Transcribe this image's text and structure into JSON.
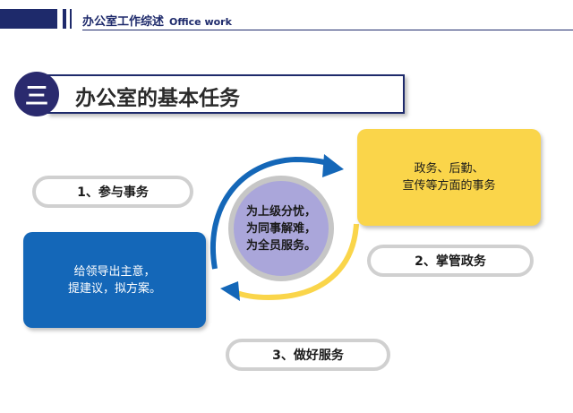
{
  "header": {
    "title_cn": "办公室工作综述",
    "title_en": "Office work"
  },
  "section": {
    "number": "三",
    "title": "办公室的基本任务"
  },
  "items": [
    {
      "label": "1、参与事务"
    },
    {
      "label": "2、掌管政务"
    },
    {
      "label": "3、做好服务"
    }
  ],
  "boxes": {
    "blue": {
      "line1": "给领导出主意，",
      "line2": "提建议，拟方案。"
    },
    "yellow": {
      "line1": "政务、后勤、",
      "line2": "宣传等方面的事务"
    }
  },
  "center": {
    "line1": "为上级分忧，",
    "line2": "为同事解难，",
    "line3": "为全员服务。"
  },
  "colors": {
    "navy": "#1e2a6b",
    "blue": "#1467b8",
    "yellow": "#fad54a",
    "lavender": "#aaa6da",
    "pill_border": "#d0d0d0"
  }
}
